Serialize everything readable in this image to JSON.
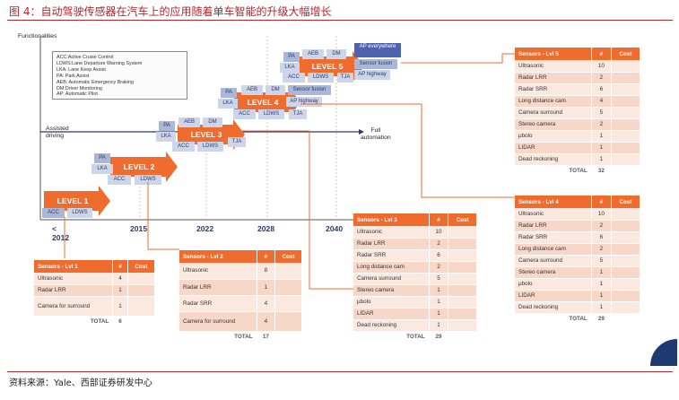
{
  "figure": {
    "title": "图 4：自动驾驶传感器在汽车上的应用随着单车智能的升级大幅增长",
    "source": "资料来源：Yale、西部证券研发中心"
  },
  "axis": {
    "y_label": "Functionalities",
    "assisted": [
      "Assisted",
      "driving"
    ],
    "full": [
      "Full",
      "automation"
    ]
  },
  "years": [
    "< 2012",
    "2015",
    "2022",
    "2028",
    "2040"
  ],
  "legend": [
    "ACC:Active Cruise Control",
    "LDWS:Lane Departure Warning System",
    "LKA: Lane Keep Assist",
    "PA: Park Assist",
    "AEB: Automatic Emergency Braking",
    "DM:Driver Monitoring",
    "AP: Automatic Pilot"
  ],
  "levels": [
    {
      "label": "LEVEL 1",
      "features": [
        "ACC",
        "LDWS"
      ]
    },
    {
      "label": "LEVEL 2",
      "features": [
        "PA",
        "LKA",
        "ACC",
        "LDWS"
      ]
    },
    {
      "label": "LEVEL 3",
      "features": [
        "PA",
        "AEB",
        "DM",
        "LKA",
        "ACC",
        "LDWS",
        "TJA"
      ]
    },
    {
      "label": "LEVEL 4",
      "features": [
        "PA",
        "AEB",
        "DM",
        "Sensor fusion",
        "LKA",
        "AP highway",
        "ACC",
        "LDWS",
        "TJA"
      ]
    },
    {
      "label": "LEVEL 5",
      "features": [
        "PA",
        "AEB",
        "DM",
        "AP everywhere",
        "LKA",
        "Sensor fusion",
        "AP highway",
        "ACC",
        "LDWS",
        "TJA"
      ]
    }
  ],
  "tables": [
    {
      "header": [
        "Sensors - Lvl 1",
        "#",
        "Cost"
      ],
      "rows": [
        [
          "Ultrasonic",
          "4"
        ],
        [
          "Radar LRR",
          "1"
        ],
        [
          "Camera for surround",
          "1"
        ]
      ],
      "total": [
        "TOTAL",
        "6"
      ]
    },
    {
      "header": [
        "Sensors - Lvl 2",
        "#",
        "Cost"
      ],
      "rows": [
        [
          "Ultrasonic",
          "8"
        ],
        [
          "Radar LRR",
          "1"
        ],
        [
          "Radar SRR",
          "4"
        ],
        [
          "Camera for surround",
          "4"
        ]
      ],
      "total": [
        "TOTAL",
        "17"
      ]
    },
    {
      "header": [
        "Sensors - Lvl 3",
        "#",
        "Cost"
      ],
      "rows": [
        [
          "Ultrasonic",
          "10"
        ],
        [
          "Radar LRR",
          "2"
        ],
        [
          "Radar SRR",
          "6"
        ],
        [
          "Long distance cam",
          "2"
        ],
        [
          "Camera surround",
          "5"
        ],
        [
          "Stereo camera",
          "1"
        ],
        [
          "μbolo",
          "1"
        ],
        [
          "LIDAR",
          "1"
        ],
        [
          "Dead reckoning",
          "1"
        ]
      ],
      "total": [
        "TOTAL",
        "29"
      ]
    },
    {
      "header": [
        "Sensors - Lvl 4",
        "#",
        "Cost"
      ],
      "rows": [
        [
          "Ultrasonic",
          "10"
        ],
        [
          "Radar LRR",
          "2"
        ],
        [
          "Radar SRR",
          "6"
        ],
        [
          "Long distance cam",
          "2"
        ],
        [
          "Camera surround",
          "5"
        ],
        [
          "Stereo camera",
          "1"
        ],
        [
          "μbolo",
          "1"
        ],
        [
          "LIDAR",
          "1"
        ],
        [
          "Dead reckoning",
          "1"
        ]
      ],
      "total": [
        "TOTAL",
        "29"
      ]
    },
    {
      "header": [
        "Sensors - Lvl 5",
        "#",
        "Cost"
      ],
      "rows": [
        [
          "Ultrasonic",
          "10"
        ],
        [
          "Radar LRR",
          "2"
        ],
        [
          "Radar SRR",
          "6"
        ],
        [
          "Long distance cam",
          "4"
        ],
        [
          "Camera surround",
          "5"
        ],
        [
          "Stereo camera",
          "2"
        ],
        [
          "μbolo",
          "1"
        ],
        [
          "LIDAR",
          "1"
        ],
        [
          "Dead reckoning",
          "1"
        ]
      ],
      "total": [
        "TOTAL",
        "32"
      ]
    }
  ],
  "colors": {
    "accent": "#ef6b2e",
    "navy": "#2b3a67",
    "title_red": "#b3262c",
    "table_row": "#f7d7c7"
  }
}
